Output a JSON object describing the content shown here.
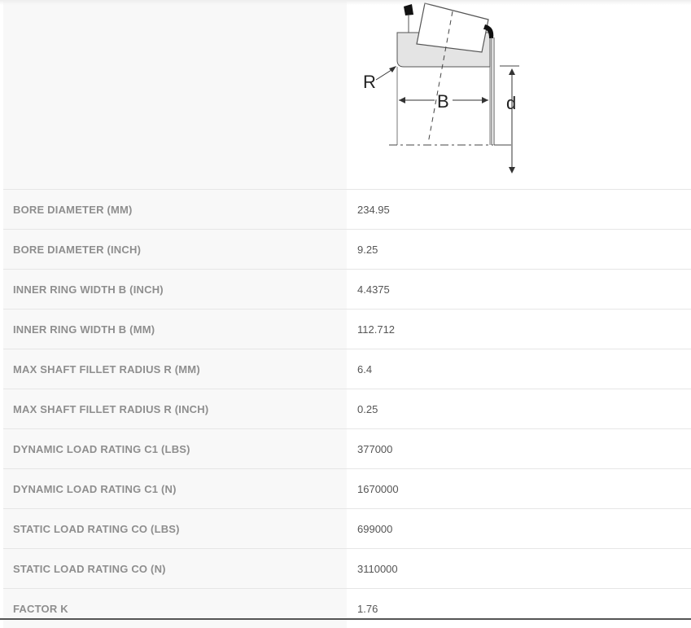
{
  "diagram": {
    "labels": {
      "radius": "R",
      "width": "B",
      "diameter": "d"
    }
  },
  "specs": [
    {
      "label": "BORE DIAMETER (MM)",
      "value": "234.95"
    },
    {
      "label": "BORE DIAMETER (INCH)",
      "value": "9.25"
    },
    {
      "label": "INNER RING WIDTH B (INCH)",
      "value": "4.4375"
    },
    {
      "label": "INNER RING WIDTH B (MM)",
      "value": "112.712"
    },
    {
      "label": "MAX SHAFT FILLET RADIUS R (MM)",
      "value": "6.4"
    },
    {
      "label": "MAX SHAFT FILLET RADIUS R (INCH)",
      "value": "0.25"
    },
    {
      "label": "DYNAMIC LOAD RATING C1 (LBS)",
      "value": "377000"
    },
    {
      "label": "DYNAMIC LOAD RATING C1 (N)",
      "value": "1670000"
    },
    {
      "label": "STATIC LOAD RATING CO (LBS)",
      "value": "699000"
    },
    {
      "label": "STATIC LOAD RATING CO (N)",
      "value": "3110000"
    },
    {
      "label": "FACTOR K",
      "value": "1.76"
    }
  ]
}
